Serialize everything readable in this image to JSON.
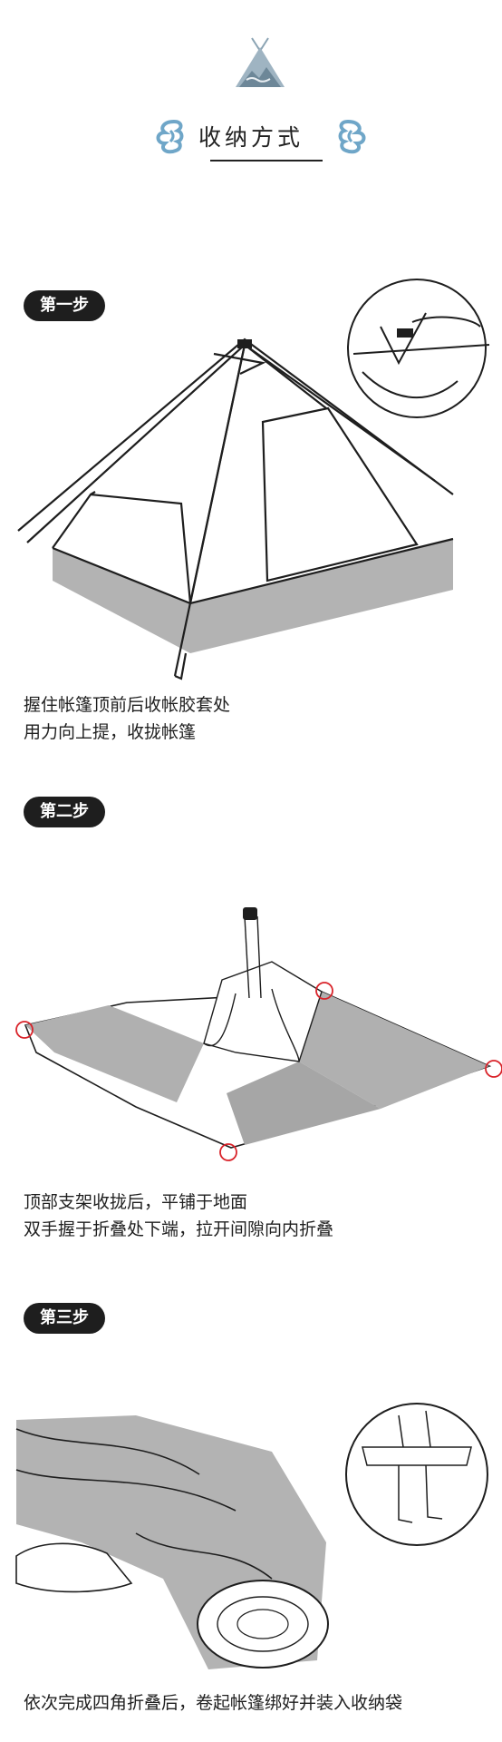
{
  "header": {
    "title": "收纳方式"
  },
  "steps": [
    {
      "label": "第一步",
      "lines": [
        "握住帐篷顶前后收帐胶套处",
        "用力向上提，收拢帐篷"
      ]
    },
    {
      "label": "第二步",
      "lines": [
        "顶部支架收拢后，平铺于地面",
        "双手握于折叠处下端，拉开间隙向内折叠"
      ]
    },
    {
      "label": "第三步",
      "lines": [
        "依次完成四角折叠后，卷起帐篷绑好并装入收纳袋"
      ]
    }
  ],
  "colors": {
    "accent_cloud": "#6fa6c8",
    "marker_red": "#d9232a",
    "fabric_gray": "#b0b0b0",
    "badge_bg": "#1e1e1e"
  },
  "icons": [
    "tent-mountain-logo-icon",
    "cloud-ornament-left-icon",
    "cloud-ornament-right-icon"
  ]
}
